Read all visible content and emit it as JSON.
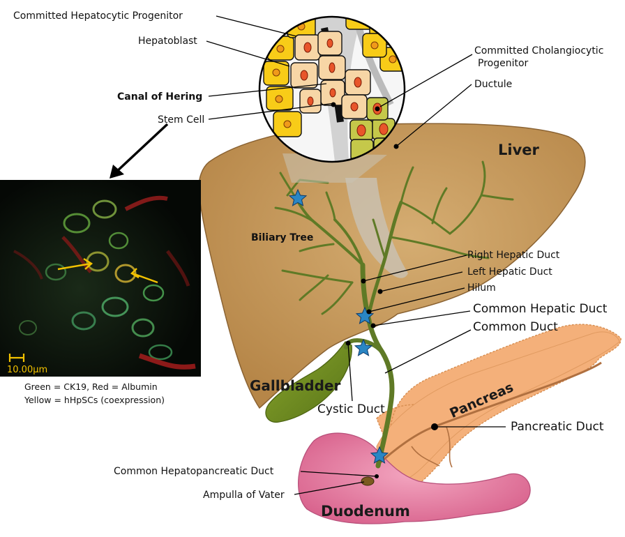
{
  "labels": {
    "committed_hepatocytic_progenitor": "Committed Hepatocytic Progenitor",
    "hepatoblast": "Hepatoblast",
    "canal_of_hering": "Canal of Hering",
    "stem_cell": "Stem Cell",
    "committed_cholangiocytic_line1": "Committed Cholangiocytic",
    "committed_cholangiocytic_line2": "Progenitor",
    "ductule": "Ductule",
    "liver": "Liver",
    "biliary_tree": "Biliary Tree",
    "right_hepatic_duct": "Right Hepatic Duct",
    "left_hepatic_duct": "Left Hepatic Duct",
    "hilum": "Hilum",
    "common_hepatic_duct": "Common Hepatic Duct",
    "common_duct": "Common Duct",
    "gallbladder": "Gallbladder",
    "cystic_duct": "Cystic Duct",
    "pancreas": "Pancreas",
    "pancreatic_duct": "Pancreatic Duct",
    "common_hepatopancreatic_duct": "Common Hepatopancreatic Duct",
    "ampulla_of_vater": "Ampulla of Vater",
    "duodenum": "Duodenum"
  },
  "micrograph": {
    "scale_bar": "10.00µm",
    "caption_line1": "Green = CK19, Red = Albumin",
    "caption_line2": "Yellow = hHpSCs (coexpression)"
  },
  "colors": {
    "liver": "#c49a5e",
    "liver_edge": "#8a6232",
    "duct": "#5f7a26",
    "gallbladder": "#6e8c1e",
    "pancreas": "#f4b07a",
    "duodenum": "#e0709a",
    "star": "#2a86c4",
    "hepatocyte": "#f8cc18",
    "hepatoblast": "#f7d6a6",
    "cholangiocyte": "#c5c84a"
  }
}
